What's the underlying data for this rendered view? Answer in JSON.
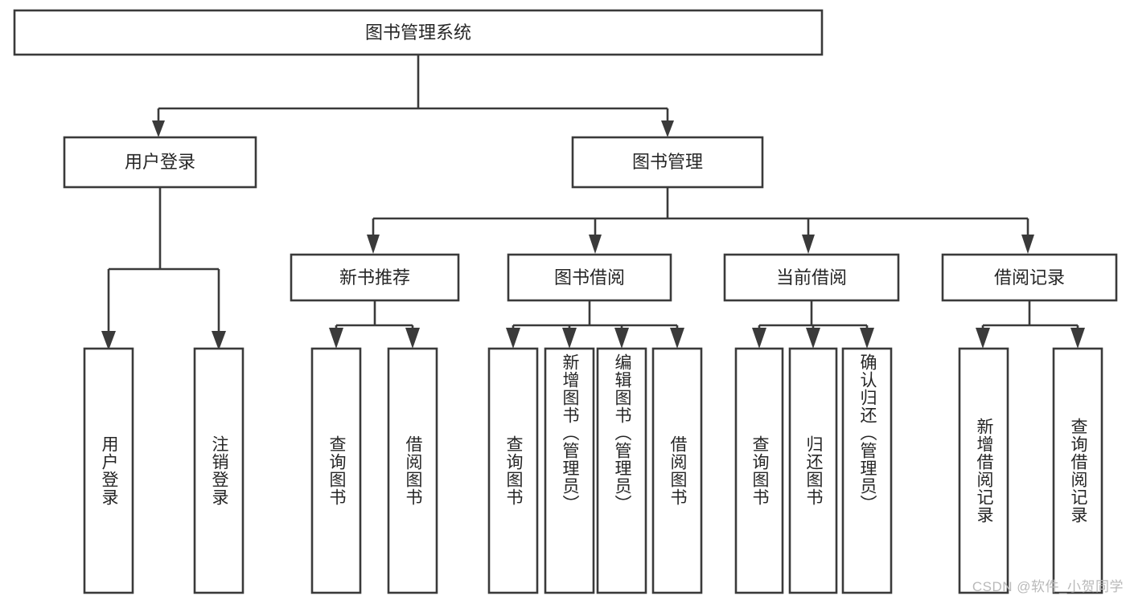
{
  "diagram": {
    "title": "图书管理系统",
    "type": "tree-hierarchy",
    "orientation": "top-down",
    "colors": {
      "stroke": "#3a3a3a",
      "fill": "#ffffff",
      "text": "#262626",
      "watermark": "#b9b9b9"
    },
    "nodes": {
      "root": {
        "label": "图书管理系统"
      },
      "level1": [
        {
          "label": "用户登录"
        },
        {
          "label": "图书管理"
        }
      ],
      "level2": [
        {
          "label": "新书推荐"
        },
        {
          "label": "图书借阅"
        },
        {
          "label": "当前借阅"
        },
        {
          "label": "借阅记录"
        }
      ],
      "leaves": {
        "user_login": [
          {
            "label": "用户登录"
          },
          {
            "label": "注销登录"
          }
        ],
        "new_book_recommend": [
          {
            "label": "查询图书"
          },
          {
            "label": "借阅图书"
          }
        ],
        "book_borrow": [
          {
            "label": "查询图书"
          },
          {
            "label": "新增图书（管理员）"
          },
          {
            "label": "编辑图书（管理员）"
          },
          {
            "label": "借阅图书"
          }
        ],
        "current_borrow": [
          {
            "label": "查询图书"
          },
          {
            "label": "归还图书"
          },
          {
            "label": "确认归还（管理员）"
          }
        ],
        "borrow_record": [
          {
            "label": "新增借阅记录"
          },
          {
            "label": "查询借阅记录"
          }
        ]
      }
    },
    "watermark": "CSDN @软件_小贺同学"
  }
}
